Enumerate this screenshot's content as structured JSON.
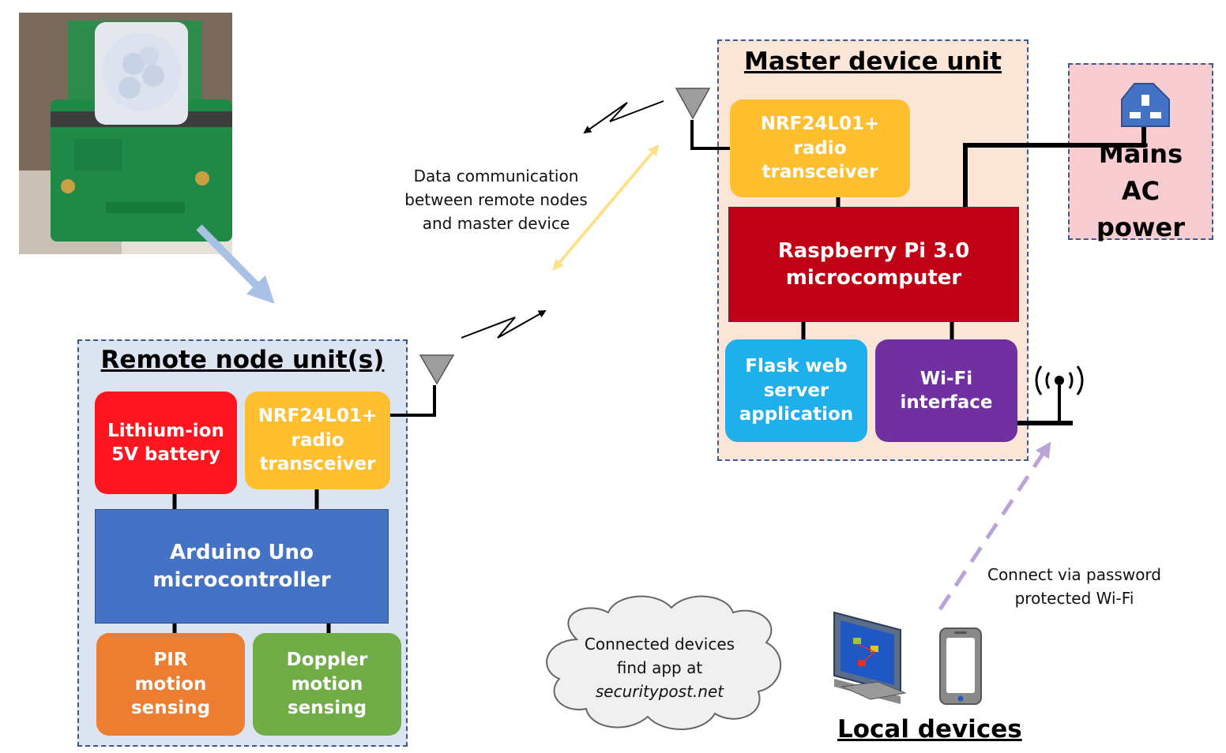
{
  "remote_unit": {
    "title": "Remote node unit(s)",
    "battery": "Lithium-ion 5V battery",
    "radio": "NRF24L01+ radio transceiver",
    "controller": "Arduino Uno microcontroller",
    "pir": "PIR motion sensing",
    "doppler": "Doppler motion sensing"
  },
  "master_unit": {
    "title": "Master device unit",
    "radio": "NRF24L01+ radio transceiver",
    "computer": "Raspberry Pi 3.0 microcomputer",
    "flask": "Flask web server application",
    "wifi": "Wi-Fi interface"
  },
  "power": {
    "label": "Mains AC power"
  },
  "comm_note": {
    "line1": "Data communication",
    "line2": "between remote nodes",
    "line3": "and master device"
  },
  "wifi_note": {
    "line1": "Connect via password",
    "line2": "protected Wi-Fi"
  },
  "cloud": {
    "line1": "Connected devices",
    "line2": "find app at",
    "line3": "securitypost.net"
  },
  "local_devices": {
    "title": "Local devices"
  },
  "colors": {
    "remote_bg": "#dce4f2",
    "master_bg": "#fbe5d6",
    "power_bg": "#f8cdd2",
    "battery": "#ff1520",
    "radio": "#ffbf2f",
    "arduino": "#4472c4",
    "pir": "#ed7d31",
    "doppler": "#70ad47",
    "raspberry": "#c00014",
    "flask": "#1fb0ec",
    "wifi": "#7030a0"
  },
  "icons": [
    "pir-sensor-photo",
    "antenna-icon",
    "wifi-tower-icon",
    "power-socket-icon",
    "monitor-icon",
    "smartphone-icon",
    "cloud-shape"
  ]
}
